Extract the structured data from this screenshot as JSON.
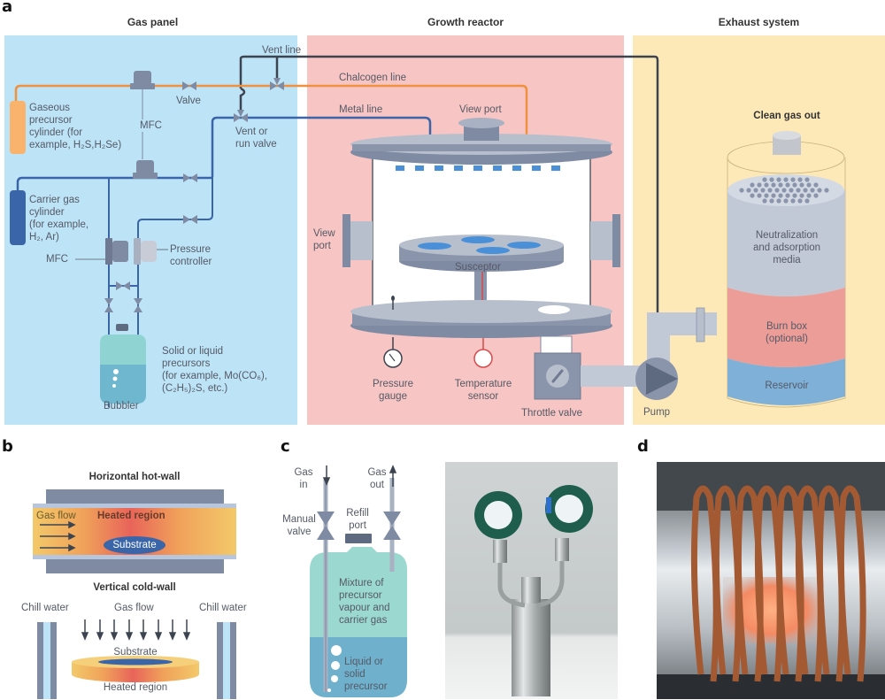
{
  "panel_letters": {
    "a": "a",
    "b": "b",
    "c": "c",
    "d": "d"
  },
  "colors": {
    "gas_panel_bg": "#bde3f6",
    "reactor_bg": "#f7c5c3",
    "exhaust_bg": "#fde9b8",
    "chalcogen_line": "#f0913f",
    "metal_line": "#3a65a8",
    "vent_line": "#3d4450",
    "component_grey": "#7f8aa3",
    "burn_box": "#ec9d98",
    "reservoir": "#7fb0d8",
    "media": "#c2c9d6"
  },
  "panel_a": {
    "sections": {
      "gas_panel": "Gas panel",
      "growth_reactor": "Growth reactor",
      "exhaust_system": "Exhaust system"
    },
    "gas_panel_labels": {
      "vent_line": "Vent line",
      "valve": "Valve",
      "gaseous_cylinder": "Gaseous\nprecursor\ncylinder (for\nexample, H₂S,H₂Se)",
      "mfc_top": "MFC",
      "vent_or_run_valve": "Vent or\nrun valve",
      "carrier_cylinder": "Carrier gas\ncylinder\n(for example,\nH₂, Ar)",
      "mfc_bottom": "MFC",
      "pressure_controller": "Pressure\ncontroller",
      "solid_liquid_precursors": "Solid or liquid\nprecursors\n(for example, Mo(CO₆),\n(C₂H₅)₂S, etc.)",
      "bubbler": "Bubbler"
    },
    "reactor_labels": {
      "chalcogen_line": "Chalcogen line",
      "metal_line": "Metal line",
      "view_port_top": "View port",
      "view_port_side": "View\nport",
      "susceptor": "Susceptor",
      "pressure_gauge": "Pressure\ngauge",
      "temperature_sensor": "Temperature\nsensor",
      "throttle_valve": "Throttle valve"
    },
    "exhaust_labels": {
      "clean_gas_out": "Clean gas out",
      "media": "Neutralization\nand adsorption\nmedia",
      "burn_box": "Burn box\n(optional)",
      "reservoir": "Reservoir",
      "pump": "Pump"
    }
  },
  "panel_b": {
    "horizontal_title": "Horizontal hot-wall",
    "gas_flow_h": "Gas flow",
    "heated_region_h": "Heated region",
    "substrate_h": "Substrate",
    "vertical_title": "Vertical cold-wall",
    "chill_water_left": "Chill water",
    "gas_flow_v": "Gas flow",
    "chill_water_right": "Chill water",
    "substrate_v": "Substrate",
    "heated_region_v": "Heated region"
  },
  "panel_c": {
    "gas_in": "Gas\nin",
    "gas_out": "Gas\nout",
    "manual_valve": "Manual\nvalve",
    "refill_port": "Refill\nport",
    "mixture": "Mixture of\nprecursor\nvapour and\ncarrier gas",
    "liquid_solid": "Liquid or\nsolid\nprecursor",
    "photo_description": "Photograph of stainless-steel bubbler with two green-handled valves"
  },
  "panel_d": {
    "photo_description": "Photograph of copper induction coil around quartz tube with glowing heated region"
  }
}
